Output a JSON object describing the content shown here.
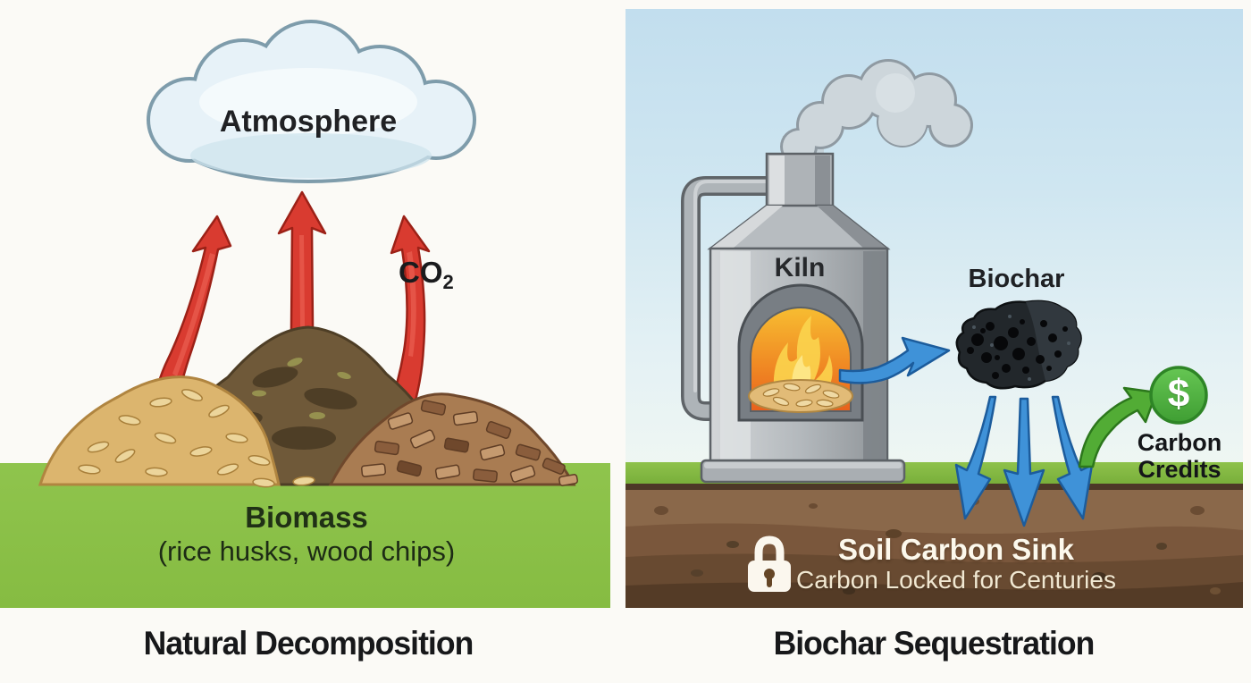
{
  "left_panel": {
    "cloud_label": "Atmosphere",
    "co2_label": "CO",
    "co2_subscript": "2",
    "biomass_title": "Biomass",
    "biomass_subtitle": "(rice husks, wood chips)",
    "title": "Natural Decomposition"
  },
  "right_panel": {
    "kiln_label": "Kiln",
    "biochar_label": "Biochar",
    "carbon_credits_line1": "Carbon",
    "carbon_credits_line2": "Credits",
    "dollar_sign": "$",
    "soil_sink_title": "Soil Carbon Sink",
    "soil_sink_subtitle": "Carbon Locked for Centuries",
    "title": "Biochar Sequestration"
  },
  "colors": {
    "background_white": "#fbfaf6",
    "ground_green": "#8cc24a",
    "sky_top_blue": "#c2deee",
    "sky_bottom": "#f4f8f0",
    "co2_arrow_red": "#d93b30",
    "flow_arrow_blue": "#3f92d8",
    "credit_arrow_green": "#52ac35",
    "coin_green": "#4aa838",
    "soil_brown": "#7a573c",
    "smoke_gray": "#cdd6db",
    "kiln_gray": "#b4b9bd",
    "fire_orange": "#f08a24",
    "biochar_black": "#22272b",
    "dark_text": "#17181a",
    "light_text": "#fcf8ec"
  }
}
